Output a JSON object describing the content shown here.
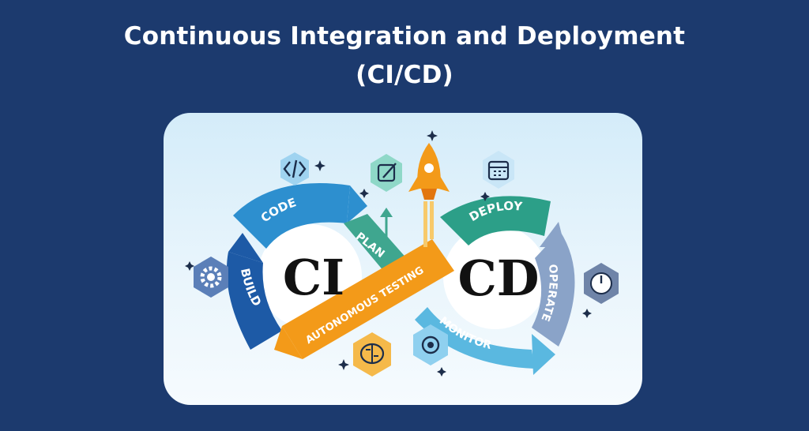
{
  "title_line1": "Continuous Integration and Deployment",
  "title_line2": "(CI/CD)",
  "diagram": {
    "ci_label": "CI",
    "cd_label": "CD",
    "stages": {
      "code": "CODE",
      "build": "BUILD",
      "plan": "PLAN",
      "testing": "AUTONOMOUS TESTING",
      "deploy": "DEPLOY",
      "operate": "OPERATE",
      "monitor": "MONITOR"
    },
    "colors": {
      "code": "#2d8fcf",
      "build": "#1d5aa6",
      "plan": "#3fa68f",
      "testing": "#f39a19",
      "deploy": "#2c9f88",
      "operate": "#8aa3c8",
      "monitor": "#5ab8e0"
    },
    "icons": [
      "code-tag-icon",
      "gear-icon",
      "edit-icon",
      "rocket-icon",
      "calendar-icon",
      "gauge-icon",
      "brain-icon",
      "eye-icon",
      "arrow-up-icon"
    ]
  }
}
